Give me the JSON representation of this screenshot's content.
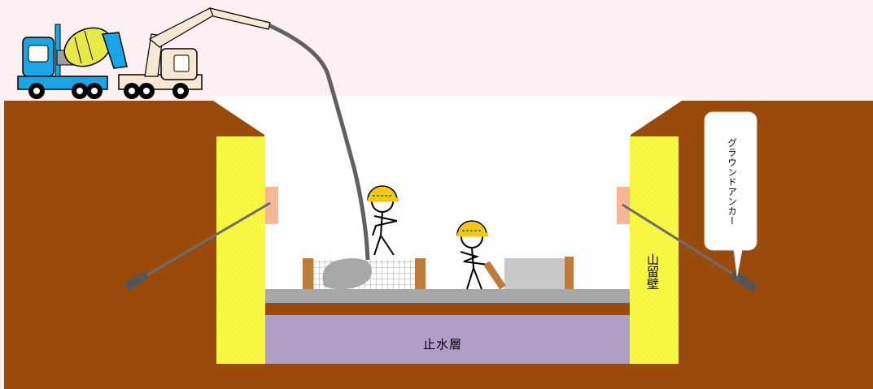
{
  "labels": {
    "water_stop_layer": "止水層",
    "retaining_wall": "山留壁",
    "ground_anchor": "グラウンドアンカー"
  },
  "colors": {
    "sky": "#fdf0f3",
    "soil": "#9a4a0b",
    "retaining_wall": "#f5f52a",
    "water_stop_layer": "#b09ec6",
    "slab": "#a7a7a7",
    "mixer_truck": "#1aa6e6",
    "mixer_drum": "#e8e84a",
    "pump_truck": "#f7e8d4",
    "helmet": "#f5c518",
    "anchor_plate": "#f6b792",
    "formwork": "#c07a3c"
  },
  "icons": [
    "concrete-mixer-truck-icon",
    "concrete-pump-truck-icon",
    "worker-icon",
    "ground-anchor-icon"
  ]
}
